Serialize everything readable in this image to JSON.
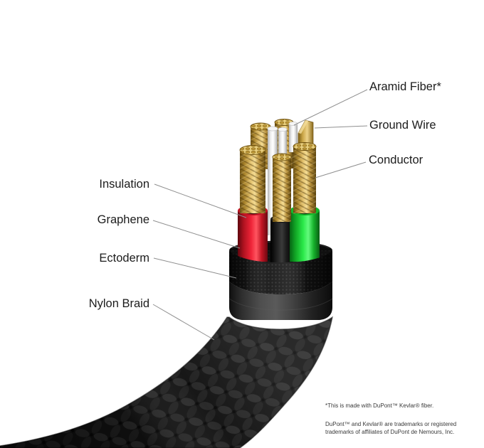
{
  "diagram": {
    "subject": "cable-cutaway",
    "callouts": {
      "right": [
        {
          "id": "aramid-fiber",
          "label": "Aramid Fiber*"
        },
        {
          "id": "ground-wire",
          "label": "Ground Wire"
        },
        {
          "id": "conductor",
          "label": "Conductor"
        }
      ],
      "left": [
        {
          "id": "insulation",
          "label": "Insulation"
        },
        {
          "id": "graphene",
          "label": "Graphene"
        },
        {
          "id": "ectoderm",
          "label": "Ectoderm"
        },
        {
          "id": "nylon-braid",
          "label": "Nylon Braid"
        }
      ]
    },
    "part_colors": {
      "insulation_red": "#e31b30",
      "insulation_green": "#1fd93a",
      "conductor_gold": "#d9b45e",
      "aramid_white": "#f2f2f2",
      "braid_black": "#151515",
      "leader_line": "#8f8f8f"
    }
  },
  "footnotes": {
    "kevlar_note": "*This is made with DuPont™ Kevlar® fiber.",
    "trademark_note": "DuPont™ and Kevlar® are trademarks or registered trademarks of affiliates of DuPont de Nemours, Inc."
  }
}
